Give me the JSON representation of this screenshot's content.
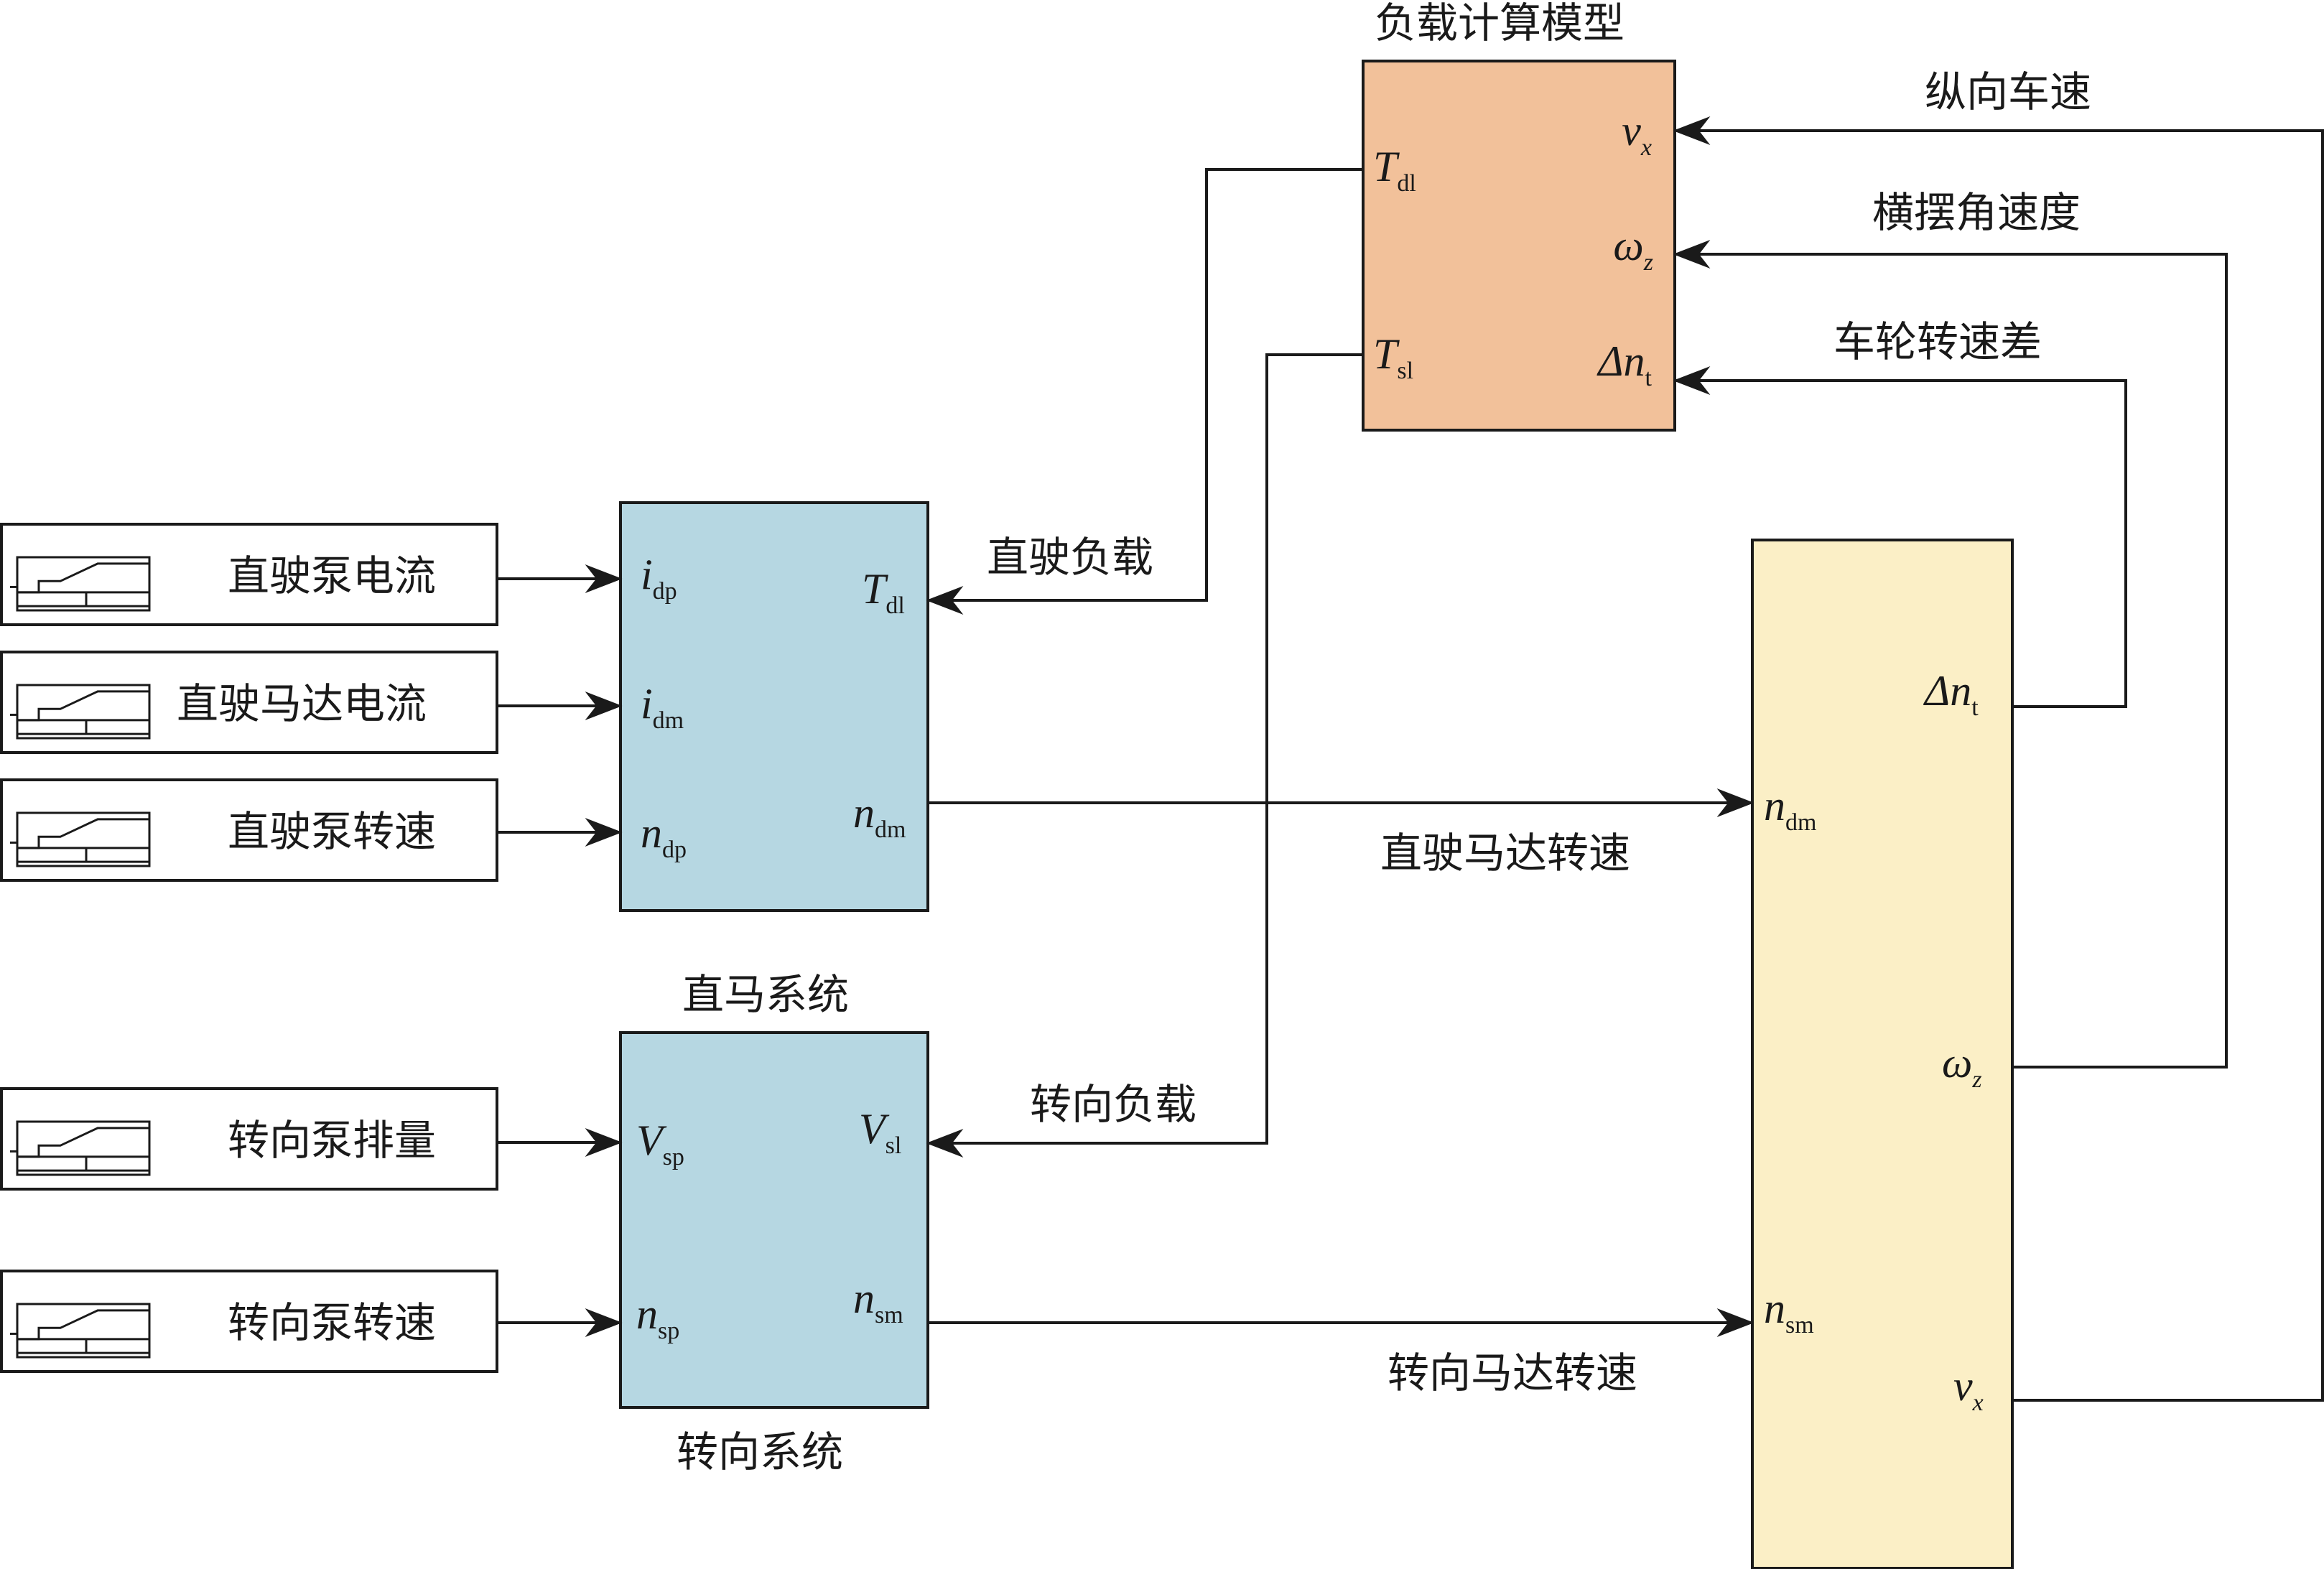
{
  "colors": {
    "load_block": "#F2C19A",
    "direct_system_block": "#B6D7E2",
    "steering_system_block": "#B6D7E2",
    "vehicle_block": "#FBEFC6",
    "source_block": "#FFFFFF",
    "line": "#1A1A1A"
  },
  "blocks": {
    "load_model": {
      "title": "负载计算模型",
      "ports_in": [
        {
          "main": "v",
          "sub": "x"
        },
        {
          "main": "ω",
          "sub": "z"
        },
        {
          "main": "Δn",
          "sub": "t"
        }
      ],
      "ports_out": [
        {
          "main": "T",
          "sub": "dl"
        },
        {
          "main": "T",
          "sub": "sl"
        }
      ]
    },
    "direct_system": {
      "title": "直马系统",
      "ports_in": [
        {
          "main": "i",
          "sub": "dp"
        },
        {
          "main": "i",
          "sub": "dm"
        },
        {
          "main": "n",
          "sub": "dp"
        }
      ],
      "ports_out": [
        {
          "main": "T",
          "sub": "dl"
        },
        {
          "main": "n",
          "sub": "dm"
        }
      ]
    },
    "steering_system": {
      "title": "转向系统",
      "ports_in": [
        {
          "main": "V",
          "sub": "sp"
        },
        {
          "main": "n",
          "sub": "sp"
        }
      ],
      "ports_out": [
        {
          "main": "V",
          "sub": "sl"
        },
        {
          "main": "n",
          "sub": "sm"
        }
      ]
    },
    "vehicle": {
      "ports_in": [
        {
          "main": "n",
          "sub": "dm"
        },
        {
          "main": "n",
          "sub": "sm"
        }
      ],
      "ports_out": [
        {
          "main": "Δn",
          "sub": "t"
        },
        {
          "main": "ω",
          "sub": "z"
        },
        {
          "main": "v",
          "sub": "x"
        }
      ]
    }
  },
  "sources": [
    {
      "label": "直驶泵电流"
    },
    {
      "label": "直驶马达电流"
    },
    {
      "label": "直驶泵转速"
    },
    {
      "label": "转向泵排量"
    },
    {
      "label": "转向泵转速"
    }
  ],
  "signals": {
    "vx": "纵向车速",
    "wz": "横摆角速度",
    "dnt": "车轮转速差",
    "direct_load": "直驶负载",
    "direct_motor_speed": "直驶马达转速",
    "steer_load": "转向负载",
    "steer_motor_speed": "转向马达转速"
  }
}
